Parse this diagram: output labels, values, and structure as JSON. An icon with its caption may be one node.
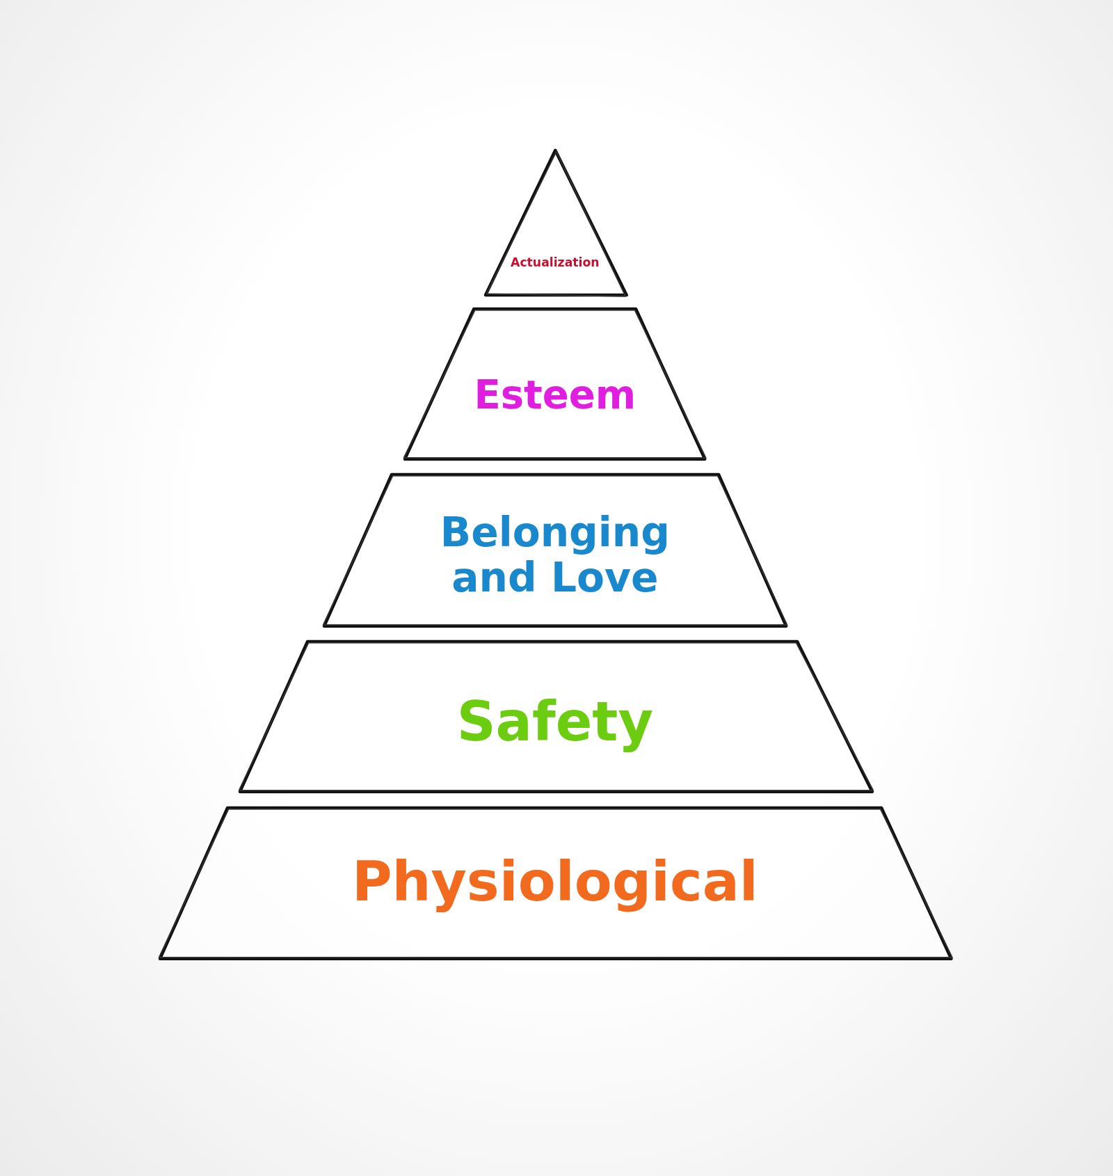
{
  "diagram": {
    "nodes": [
      {
        "text": [
          "Actualization"
        ]
      },
      {
        "text": [
          "Esteem"
        ]
      },
      {
        "text": [
          "Belonging and Love"
        ]
      },
      {
        "text": [
          "Safety"
        ]
      },
      {
        "text": [
          "Physiological"
        ]
      }
    ]
  }
}
